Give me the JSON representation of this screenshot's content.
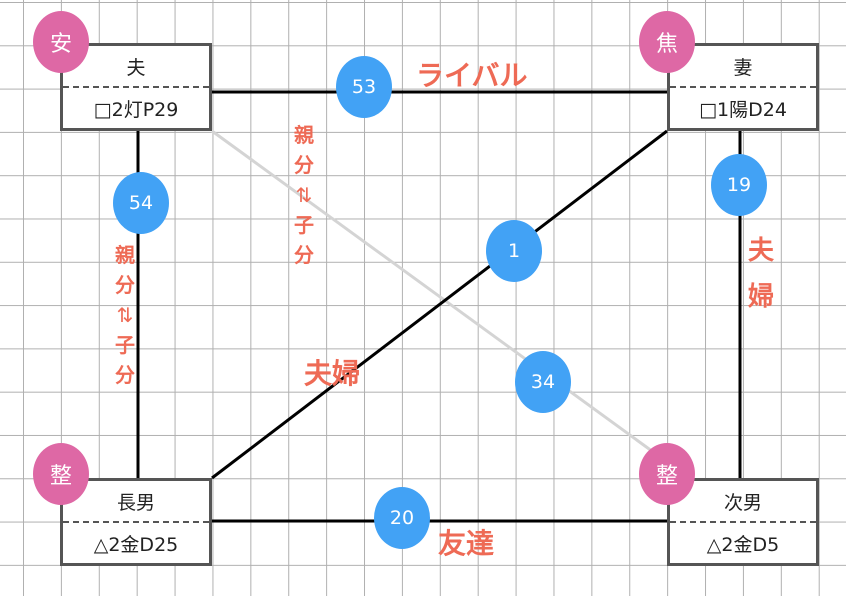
{
  "nodes": {
    "husband": {
      "role": "夫",
      "code": "□2灯P29",
      "tag": "安"
    },
    "wife": {
      "role": "妻",
      "code": "□1陽D24",
      "tag": "焦"
    },
    "eldest_son": {
      "role": "長男",
      "code": "△2金D25",
      "tag": "整"
    },
    "second_son": {
      "role": "次男",
      "code": "△2金D5",
      "tag": "整"
    }
  },
  "edges": {
    "husband_wife": {
      "score": "53",
      "label": "ライバル"
    },
    "husband_eldest": {
      "score": "54",
      "label": [
        "親",
        "分",
        "⇅",
        "子",
        "分"
      ]
    },
    "wife_second": {
      "score": "19",
      "label": [
        "夫",
        "婦"
      ]
    },
    "wife_eldest": {
      "score": "1",
      "label": "夫婦"
    },
    "husband_second": {
      "score": "34",
      "label": [
        "親",
        "分",
        "⇅",
        "子",
        "分"
      ]
    },
    "eldest_second": {
      "score": "20",
      "label": "友達"
    }
  },
  "colors": {
    "pink": "#de68a5",
    "blue": "#42a2f5",
    "label": "#ee6a55",
    "line": "#000000",
    "faint_line": "#d4d4d4"
  }
}
